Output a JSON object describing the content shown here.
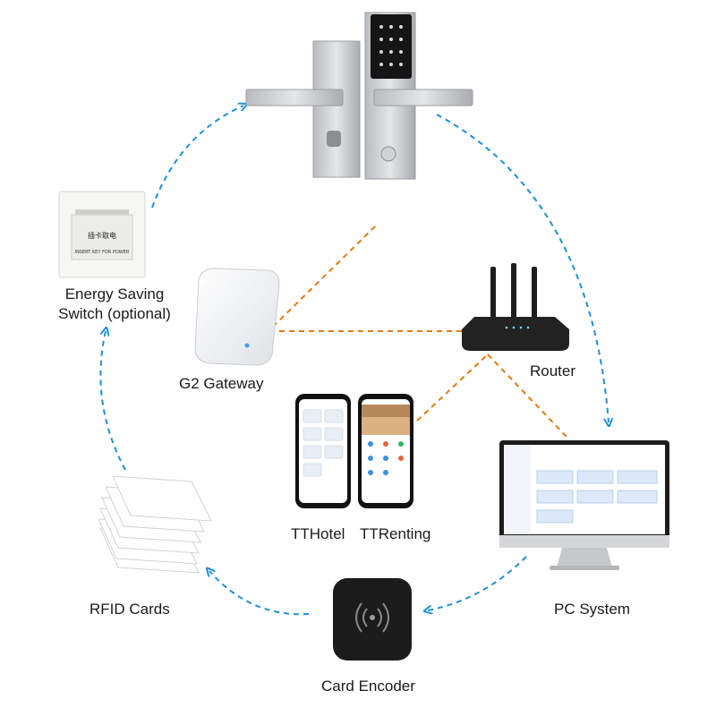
{
  "labels": {
    "energy_switch_line1": "Energy Saving",
    "energy_switch_line2": "Switch (optional)",
    "gateway": "G2 Gateway",
    "router": "Router",
    "tthotel": "TTHotel",
    "ttrenting": "TTRenting",
    "rfid": "RFID Cards",
    "pc": "PC System",
    "encoder": "Card Encoder"
  },
  "switch_print": {
    "line1": "插卡取电",
    "line2": "INSERT KEY FOR POWER"
  },
  "colors": {
    "cycle_arrow": "#1e8fd6",
    "network_link": "#e07a10",
    "lock_metal": "#c9ccce",
    "device_dark": "#1c1c1c",
    "gateway_white": "#f3f4f5",
    "screen_blue": "#3d8fe0"
  },
  "icons": [
    "smart-lock-icon",
    "energy-switch-icon",
    "gateway-icon",
    "router-icon",
    "phone-icon",
    "rfid-cards-icon",
    "card-encoder-icon",
    "pc-monitor-icon"
  ]
}
